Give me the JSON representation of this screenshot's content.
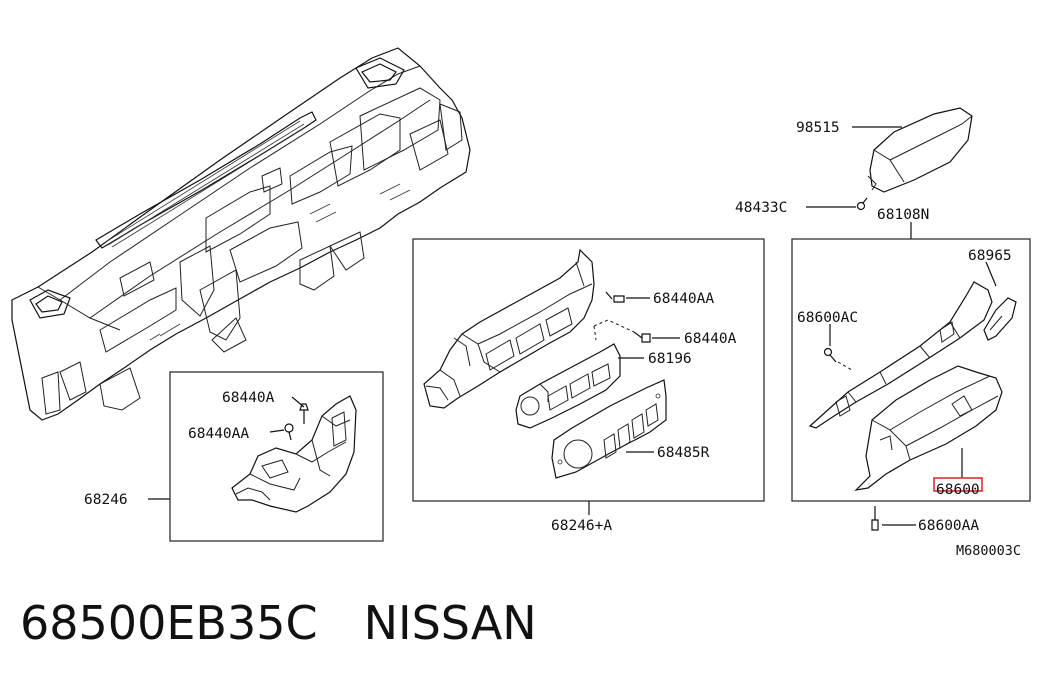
{
  "diagram": {
    "labels": {
      "p98515": "98515",
      "p48433c": "48433C",
      "p68108n": "68108N",
      "p68965": "68965",
      "p68600ac": "68600AC",
      "p68600": "68600",
      "p68600aa": "68600AA",
      "p68440aa_center": "68440AA",
      "p68440a_center": "68440A",
      "p68196": "68196",
      "p68485r": "68485R",
      "p68246_plus_a": "68246+A",
      "p68440a_left": "68440A",
      "p68440aa_left": "68440AA",
      "p68246": "68246",
      "drawing_ref": "M680003C"
    },
    "highlight_color": "#e0302a"
  },
  "caption": {
    "part_number": "68500EB35C",
    "brand": "NISSAN"
  }
}
